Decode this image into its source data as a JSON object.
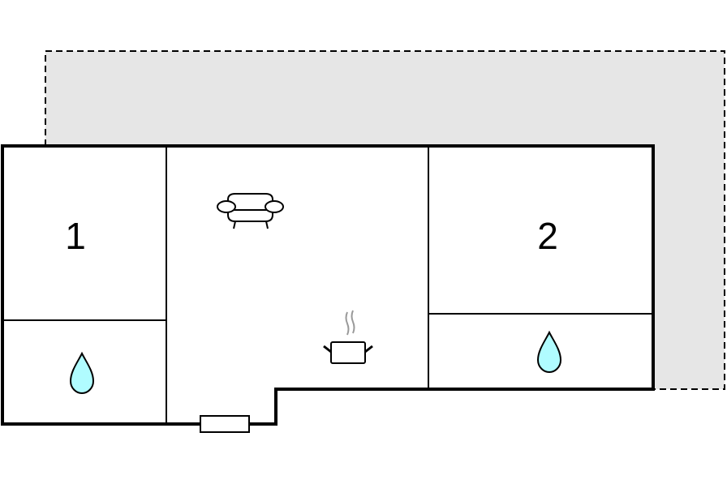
{
  "floorplan": {
    "rooms": [
      {
        "label": "1",
        "type": "bedroom"
      },
      {
        "label": "2",
        "type": "bedroom"
      }
    ],
    "icons": [
      "sofa-icon",
      "cooking-pot-icon",
      "water-drop-icon",
      "water-drop-icon",
      "door-icon"
    ],
    "colors": {
      "terrace": "#e6e6e6",
      "water": "#b0fcff",
      "wall": "#000000"
    }
  }
}
